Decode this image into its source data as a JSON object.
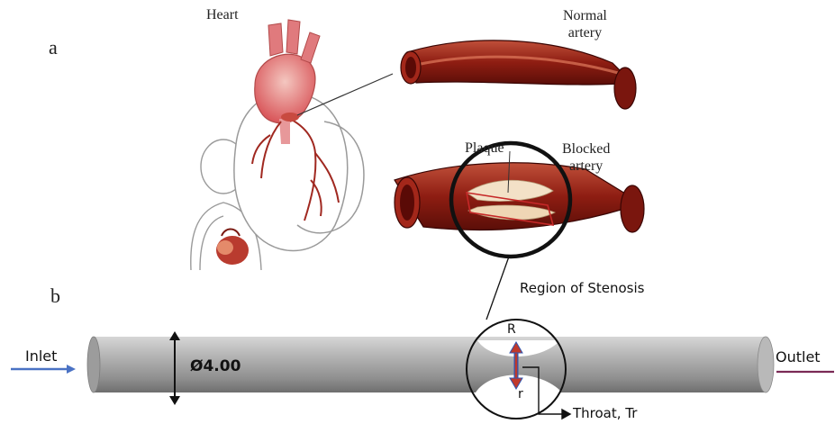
{
  "panel_a": {
    "label": "a",
    "heart_label": "Heart",
    "normal_artery_label": "Normal\nartery",
    "plaque_label": "Plaque",
    "blocked_artery_label": "Blocked\nartery"
  },
  "panel_b": {
    "label": "b",
    "stenosis_label": "Region of Stenosis",
    "inlet_label": "Inlet",
    "outlet_label": "Outlet",
    "diameter_label": "Ø4.00",
    "big_radius_label": "R",
    "small_radius_label": "r",
    "throat_label": "Throat, Tr"
  },
  "colors": {
    "artery": "#8b1a10",
    "artery_inner": "#c94a35",
    "plaque": "#f1dcc0",
    "pipe": "#a7a7a7",
    "inlet_arrow": "#4a72c4",
    "outlet_line": "#7a2a55",
    "throat_marker": "#c0392b",
    "throat_marker_edge": "#2f55b0"
  }
}
